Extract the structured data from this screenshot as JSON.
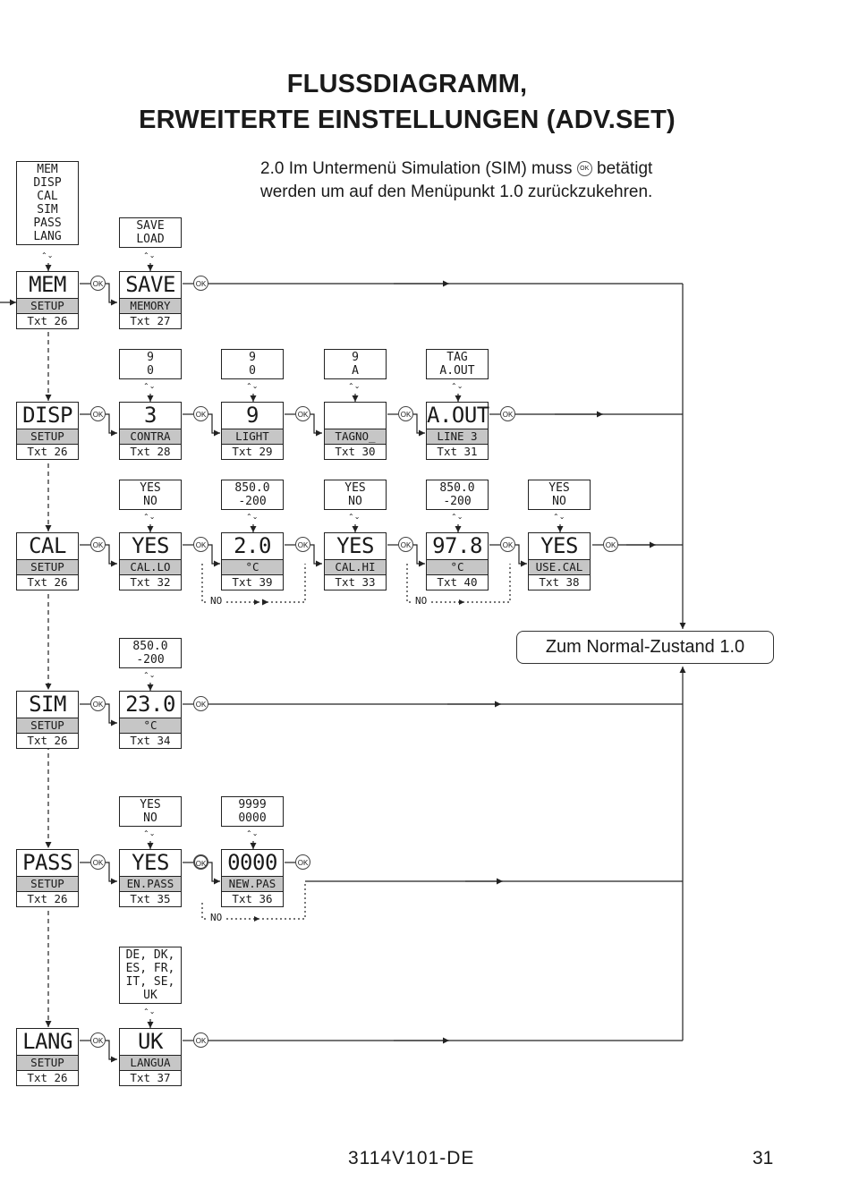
{
  "title_line1": "FLUSSDIAGRAMM,",
  "title_line2": "ERWEITERTE EINSTELLUNGEN (ADV.SET)",
  "note": {
    "part1": "2.0 Im Untermenü Simulation (SIM) muss",
    "part2": "betätigt werden um auf den Menüpunkt 1.0 zurückzukehren."
  },
  "ok_label": "OK",
  "no_label": "NO",
  "normal_state": "Zum Normal-Zustand 1.0",
  "doc_code": "3114V101-DE",
  "page_number": "31",
  "option_lists": {
    "menu": "MEM\nDISP\nCAL\nSIM\nPASS\nLANG",
    "save": "SAVE\nLOAD",
    "contra": "9\n0",
    "light": "9\n0",
    "tag": "9\nA",
    "aout": "TAG\nA.OUT",
    "callo": "YES\nNO",
    "callo_val": "850.0\n-200",
    "calhi": "YES\nNO",
    "calhi_val": "850.0\n-200",
    "usecal": "YES\nNO",
    "sim": "850.0\n-200",
    "enpass": "YES\nNO",
    "newpass": "9999\n0000",
    "lang": "DE, DK,\nES, FR,\nIT, SE,\nUK"
  },
  "displays": {
    "mem": {
      "big": "MEM",
      "mid": "SETUP",
      "bot": "Txt 26"
    },
    "save": {
      "big": "SAVE",
      "mid": "MEMORY",
      "bot": "Txt 27"
    },
    "disp": {
      "big": "DISP",
      "mid": "SETUP",
      "bot": "Txt 26"
    },
    "contra": {
      "big": "3",
      "mid": "CONTRA",
      "bot": "Txt 28"
    },
    "light": {
      "big": "9",
      "mid": "LIGHT",
      "bot": "Txt 29"
    },
    "tagno": {
      "big": "",
      "mid": "TAGNO_",
      "bot": "Txt 30"
    },
    "aout": {
      "big": "A.OUT",
      "mid": "LINE 3",
      "bot": "Txt 31"
    },
    "cal": {
      "big": "CAL",
      "mid": "SETUP",
      "bot": "Txt 26"
    },
    "callo": {
      "big": "YES",
      "mid": "CAL.LO",
      "bot": "Txt 32"
    },
    "callo_val": {
      "big": "2.0",
      "mid": "°C",
      "bot": "Txt 39"
    },
    "calhi": {
      "big": "YES",
      "mid": "CAL.HI",
      "bot": "Txt 33"
    },
    "calhi_val": {
      "big": "97.8",
      "mid": "°C",
      "bot": "Txt 40"
    },
    "usecal": {
      "big": "YES",
      "mid": "USE.CAL",
      "bot": "Txt 38"
    },
    "sim": {
      "big": "SIM",
      "mid": "SETUP",
      "bot": "Txt 26"
    },
    "sim_val": {
      "big": "23.0",
      "mid": "°C",
      "bot": "Txt 34"
    },
    "pass": {
      "big": "PASS",
      "mid": "SETUP",
      "bot": "Txt 26"
    },
    "enpass": {
      "big": "YES",
      "mid": "EN.PASS",
      "bot": "Txt 35"
    },
    "newpass": {
      "big": "0000",
      "mid": "NEW.PAS",
      "bot": "Txt 36"
    },
    "lang": {
      "big": "LANG",
      "mid": "SETUP",
      "bot": "Txt 26"
    },
    "langua": {
      "big": "UK",
      "mid": "LANGUA",
      "bot": "Txt 37"
    }
  }
}
